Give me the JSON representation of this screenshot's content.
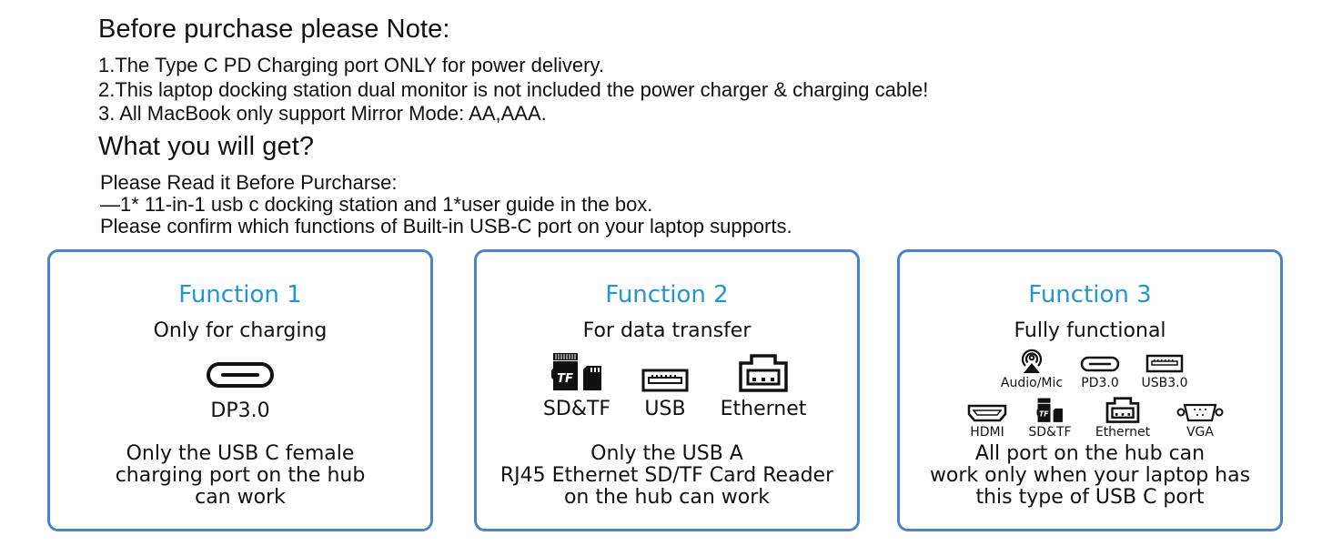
{
  "notes": {
    "heading": "Before purchase please Note:",
    "lines": [
      "1.The Type C PD Charging port ONLY for power delivery.",
      "2.This laptop docking station dual monitor is not included the power charger & charging cable!",
      "3. All MacBook only support Mirror Mode: AA,AAA."
    ]
  },
  "package": {
    "heading": "What you will get?",
    "lines": [
      "Please Read it Before Purcharse:",
      "—1* 11-in-1 usb c docking station and 1*user guide in the box.",
      "Please confirm which functions of Built-in USB-C port on your laptop supports."
    ]
  },
  "colors": {
    "card_border": "#4a82cc",
    "title_blue": "#2196d3",
    "text": "#111111"
  },
  "cards": [
    {
      "title": "Function 1",
      "subtitle": "Only for charging",
      "ports": [
        {
          "icon": "usb-c-icon",
          "label": "DP3.0"
        }
      ],
      "description": [
        "Only the USB C female",
        "charging port on the hub",
        "can work"
      ]
    },
    {
      "title": "Function 2",
      "subtitle": "For data transfer",
      "ports": [
        {
          "icon": "sd-tf-card-icon",
          "label": "SD&TF"
        },
        {
          "icon": "usb-a-icon",
          "label": "USB"
        },
        {
          "icon": "ethernet-icon",
          "label": "Ethernet"
        }
      ],
      "description": [
        "Only the USB A",
        "RJ45 Ethernet SD/TF Card Reader",
        "on the hub can work"
      ]
    },
    {
      "title": "Function 3",
      "subtitle": "Fully functional",
      "ports": [
        {
          "icon": "audio-mic-icon",
          "label": "Audio/Mic"
        },
        {
          "icon": "usb-c-icon",
          "label": "PD3.0"
        },
        {
          "icon": "usb-a-icon",
          "label": "USB3.0"
        },
        {
          "icon": "hdmi-icon",
          "label": "HDMI"
        },
        {
          "icon": "sd-tf-card-icon",
          "label": "SD&TF"
        },
        {
          "icon": "ethernet-icon",
          "label": "Ethernet"
        },
        {
          "icon": "vga-icon",
          "label": "VGA"
        }
      ],
      "description": [
        "All port on the hub can",
        "work only when your laptop has",
        "this type of USB C port"
      ]
    }
  ]
}
